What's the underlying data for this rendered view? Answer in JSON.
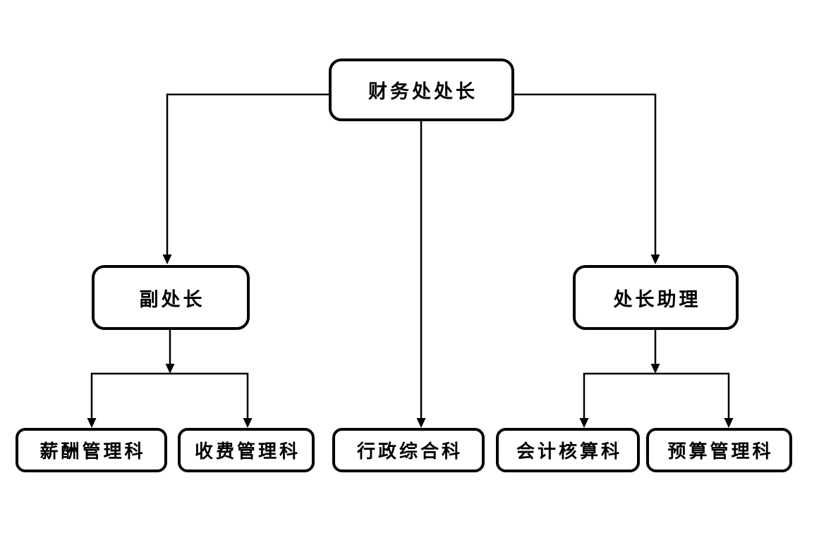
{
  "diagram": {
    "type": "org-chart",
    "background_color": "#ffffff",
    "line_color": "#000000",
    "box_border_color": "#000000",
    "text_color": "#000000",
    "nodes": {
      "director": {
        "label": "财务处处长",
        "level": 1
      },
      "deputy": {
        "label": "副处长",
        "level": 2
      },
      "assistant": {
        "label": "处长助理",
        "level": 2
      },
      "salary": {
        "label": "薪酬管理科",
        "level": 3
      },
      "fee": {
        "label": "收费管理科",
        "level": 3
      },
      "admin": {
        "label": "行政综合科",
        "level": 3
      },
      "accounting": {
        "label": "会计核算科",
        "level": 3
      },
      "budget": {
        "label": "预算管理科",
        "level": 3
      }
    },
    "edges": [
      {
        "from": "财务处处长",
        "to": "副处长"
      },
      {
        "from": "财务处处长",
        "to": "处长助理"
      },
      {
        "from": "财务处处长",
        "to": "行政综合科"
      },
      {
        "from": "副处长",
        "to": "薪酬管理科"
      },
      {
        "from": "副处长",
        "to": "收费管理科"
      },
      {
        "from": "处长助理",
        "to": "会计核算科"
      },
      {
        "from": "处长助理",
        "to": "预算管理科"
      }
    ]
  }
}
